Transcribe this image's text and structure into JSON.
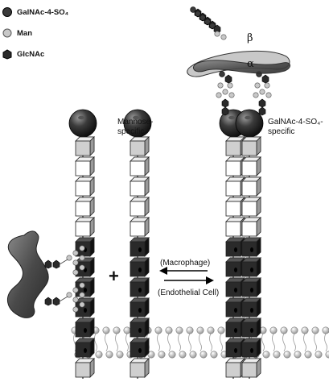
{
  "legend": {
    "galnac": "GalNAc-4-SO₄",
    "man": "Man",
    "glcnac": "GlcNAc"
  },
  "labels": {
    "mannose_specific": "Mannose-\nspecific",
    "galnac_specific": "GalNAc-4-SO₄-\nspecific",
    "macrophage": "(Macrophage)",
    "endothelial": "(Endothelial Cell)",
    "plus": "+",
    "beta": "β",
    "alpha": "α"
  },
  "colors": {
    "dark_box": "#2a2a2a",
    "light_box": "#ffffff",
    "gray_box": "#cfcfcf",
    "head": "#3a3a3a",
    "membrane_head": "#bdbdbd",
    "ligand_tube": "#5a5a5a"
  }
}
